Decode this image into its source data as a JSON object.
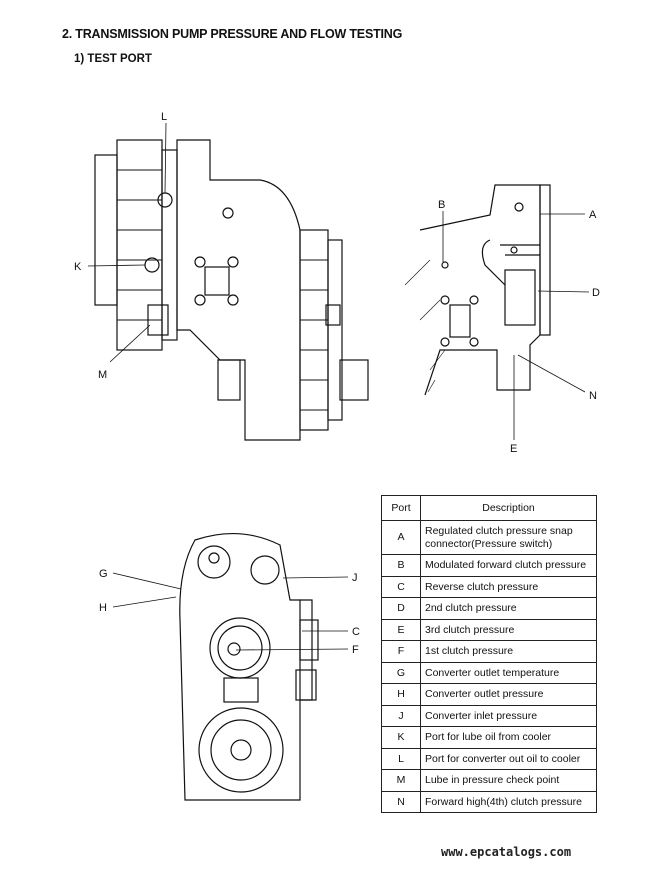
{
  "heading": {
    "title": "2. TRANSMISSION PUMP PRESSURE AND FLOW TESTING",
    "subtitle": "1) TEST PORT"
  },
  "callouts": {
    "side_view": [
      "L",
      "K",
      "M"
    ],
    "rear_view": [
      "B",
      "A",
      "D",
      "N",
      "E"
    ],
    "front_view": [
      "G",
      "H",
      "J",
      "C",
      "F"
    ]
  },
  "table": {
    "headers": {
      "port": "Port",
      "description": "Description"
    },
    "rows": [
      {
        "port": "A",
        "description_line1": "Regulated clutch pressure snap",
        "description_line2": "connector(Pressure switch)"
      },
      {
        "port": "B",
        "description": "Modulated forward clutch pressure"
      },
      {
        "port": "C",
        "description": "Reverse clutch pressure"
      },
      {
        "port": "D",
        "description": "2nd clutch pressure"
      },
      {
        "port": "E",
        "description": "3rd clutch pressure"
      },
      {
        "port": "F",
        "description": "1st clutch pressure"
      },
      {
        "port": "G",
        "description": "Converter outlet temperature"
      },
      {
        "port": "H",
        "description": "Converter outlet pressure"
      },
      {
        "port": "J",
        "description": "Converter inlet pressure"
      },
      {
        "port": "K",
        "description": "Port for lube oil from cooler"
      },
      {
        "port": "L",
        "description": "Port for converter out oil to cooler"
      },
      {
        "port": "M",
        "description": "Lube in pressure check point"
      },
      {
        "port": "N",
        "description": "Forward high(4th) clutch pressure"
      }
    ]
  },
  "footer": {
    "watermark": "www.epcatalogs.com"
  }
}
